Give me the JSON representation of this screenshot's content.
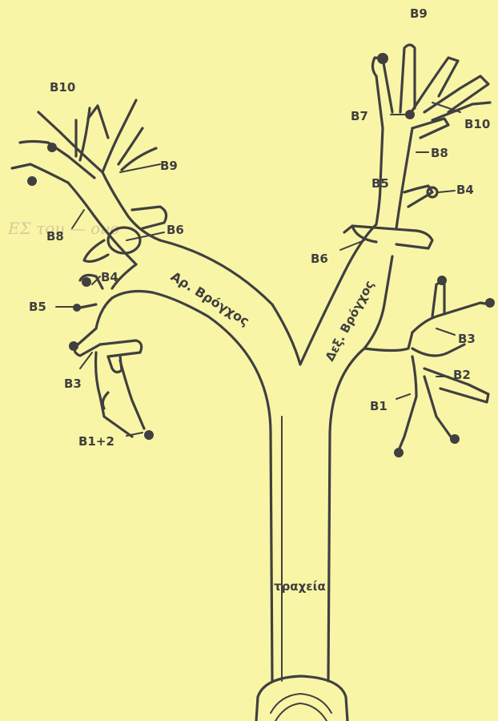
{
  "diagram": {
    "background_color": "#f9f5a6",
    "line_color": "#404040",
    "faint_handwriting": "ΕΣ του — ονο",
    "trunk_label": "τραχεία",
    "right_bronchus_label": "Δεξ. Βρόγχος",
    "left_bronchus_label": "Αρ. Βρόγχος",
    "left_lung_labels": {
      "B10": "B10",
      "B9": "B9",
      "B8": "B8",
      "B6": "B6",
      "B4": "B4",
      "B5": "B5",
      "B3": "B3",
      "B1_2": "B1+2"
    },
    "right_lung_labels": {
      "B9": "B9",
      "B7": "B7",
      "B10": "B10",
      "B8": "B8",
      "B5": "B5",
      "B4": "B4",
      "B6": "B6",
      "B3": "B3",
      "B2": "B2",
      "B1": "B1"
    }
  }
}
